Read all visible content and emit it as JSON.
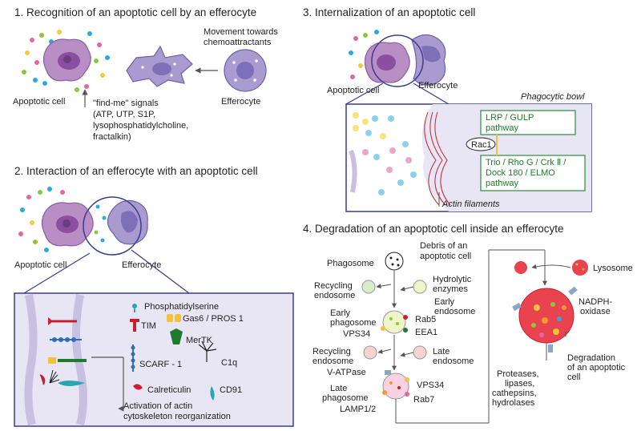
{
  "colors": {
    "purple_cell": "#b88ec4",
    "purple_nucleus": "#8a4f9e",
    "lavender_cell": "#a99ad0",
    "panel_fill": "#e8e6f4",
    "panel_border": "#3a3d8f",
    "green_box": "#2c8c3a",
    "red": "#c8202e",
    "blue": "#2f6db5",
    "teal": "#2aa6b0",
    "yellow": "#f2c33a",
    "orange": "#f39a2c"
  },
  "section1": {
    "title": "1. Recognition of an apoptotic cell by an efferocyte",
    "apoptotic_cell": "Apoptotic cell",
    "efferocyte": "Efferocyte",
    "movement": [
      "Movement towards",
      "chemoattractants"
    ],
    "signals": [
      "\"find-me\" signals",
      "(ATP, UTP, S1P,",
      "lysophosphatidylcholine,",
      "fractalkin)"
    ]
  },
  "section2": {
    "title": "2. Interaction of an efferocyte with an apoptotic cell",
    "apoptotic_cell": "Apoptotic cell",
    "efferocyte": "Efferocyte",
    "legend": {
      "phosphatidylserine": "Phosphatidylserine",
      "tim": "TIM",
      "gas6": "Gas6 / PROS 1",
      "mertk": "MerTK",
      "scarf": "SCARF - 1",
      "c1q": "C1q",
      "calreticulin": "Calreticulin",
      "cd91": "CD91"
    },
    "activation": [
      "Activation of actin",
      "cytoskeleton reorganization"
    ]
  },
  "section3": {
    "title": "3. Internalization of an apoptotic cell",
    "apoptotic_cell": "Apoptotic cell",
    "efferocyte": "Efferocyte",
    "phagocytic_bowl": "Phagocytic bowl",
    "lrp": [
      "LRP / GULP",
      "pathway"
    ],
    "rac1": "Rac1",
    "trio": [
      "Trio / Rho G / Crk Ⅱ /",
      "Dock 180 / ELMO",
      "pathway"
    ],
    "actin": "Actin filaments"
  },
  "section4": {
    "title": "4. Degradation of an apoptotic cell inside an efferocyte",
    "phagosome": "Phagosome",
    "debris": [
      "Debris of an",
      "apoptotic cell"
    ],
    "recycling1": [
      "Recycling",
      "endosome"
    ],
    "hydrolytic": [
      "Hydrolytic",
      "enzymes"
    ],
    "early_endosome": [
      "Early",
      "endosome"
    ],
    "early_phagosome": [
      "Early",
      "phagosome"
    ],
    "rab5": "Rab5",
    "vps34_a": "VPS34",
    "eea1": "EEA1",
    "recycling2": [
      "Recycling",
      "endosome"
    ],
    "late_endosome": [
      "Late",
      "endosome"
    ],
    "vatpase": "V-ATPase",
    "late_phagosome": [
      "Late",
      "phagosome"
    ],
    "vps34_b": "VPS34",
    "rab7": "Rab7",
    "lamp": "LAMP1/2",
    "lysosome": "Lysosome",
    "nadph": [
      "NADPH-",
      "oxidase"
    ],
    "degradation": [
      "Degradation",
      "of an apoptotic",
      "cell"
    ],
    "proteases": [
      "Proteases,",
      "lipases,",
      "cathepsins,",
      "hydrolases"
    ]
  }
}
